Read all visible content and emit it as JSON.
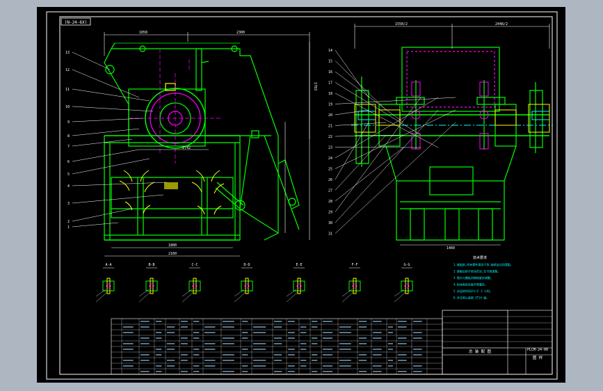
{
  "drawing": {
    "code_stamp": "(N-24-6X)",
    "title_number": "PLCM-24-00",
    "title_center": "总 装 配 图",
    "title_right": "图 样",
    "notes_heading": "技术要求",
    "notes": [
      "1.装配前,所有零件清洗干净,轴承加注润滑脂。",
      "2.装配后转子转动灵活,无卡阻现象。",
      "3.锤头与篦板间隙按要求调整。",
      "4.机体各结合面不得漏灰。",
      "5.试运转时间不少于 2 小时。",
      "6.未注明公差按 IT14 级。"
    ]
  },
  "dimensions": {
    "front_top_left": "1858",
    "front_top_right": "2300",
    "front_mid": "2742",
    "front_bottom_inner": "1800",
    "front_bottom": "2160",
    "front_side": "1783",
    "side_top_left": "1550/2",
    "side_top_right": "2448/2",
    "side_bottom": "1460"
  },
  "callouts_left": [
    "13",
    "12",
    "11",
    "10",
    "9",
    "8",
    "7",
    "6",
    "5",
    "4",
    "3",
    "2",
    "1"
  ],
  "callouts_right": [
    "14",
    "15",
    "16",
    "17",
    "18",
    "19",
    "20",
    "21",
    "22",
    "23",
    "24",
    "25",
    "26",
    "27",
    "28",
    "29",
    "30",
    "31"
  ],
  "sections": [
    "A-A",
    "B-B",
    "C-C",
    "D-D",
    "E-E",
    "F-F",
    "G-G"
  ],
  "colors": {
    "background": "#000000",
    "frame": "#ffffff",
    "geometry": "#00ff00",
    "detail": "#ff00ff",
    "dimension": "#ffffff",
    "yellow": "#ffff00",
    "cyan": "#00ffff"
  }
}
